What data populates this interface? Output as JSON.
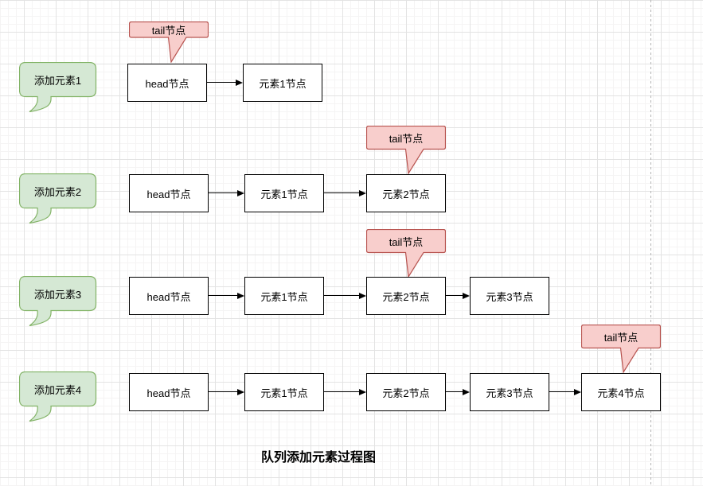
{
  "title": "队列添加元素过程图",
  "rows": [
    {
      "step_label": "添加元素1",
      "tail_label": "tail节点",
      "nodes": [
        "head节点",
        "元素1节点"
      ]
    },
    {
      "step_label": "添加元素2",
      "tail_label": "tail节点",
      "nodes": [
        "head节点",
        "元素1节点",
        "元素2节点"
      ]
    },
    {
      "step_label": "添加元素3",
      "tail_label": "tail节点",
      "nodes": [
        "head节点",
        "元素1节点",
        "元素2节点",
        "元素3节点"
      ]
    },
    {
      "step_label": "添加元素4",
      "tail_label": "tail节点",
      "nodes": [
        "head节点",
        "元素1节点",
        "元素2节点",
        "元素3节点",
        "元素4节点"
      ]
    }
  ],
  "colors": {
    "step_bubble_fill": "#d5e8d4",
    "step_bubble_stroke": "#82b366",
    "tail_bubble_fill": "#f8cecc",
    "tail_bubble_stroke": "#b85450",
    "node_fill": "#ffffff",
    "node_stroke": "#000000",
    "connector": "#000000",
    "grid_major": "#e3e3e3",
    "grid_minor": "#f5f4f4",
    "page_break_line": "#b4b4b4"
  }
}
